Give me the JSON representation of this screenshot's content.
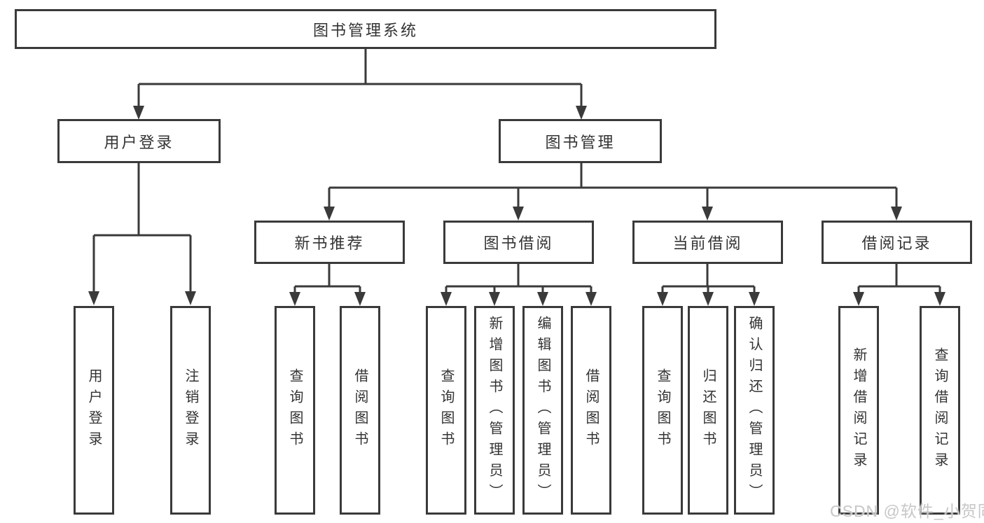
{
  "diagram": {
    "root": {
      "label": "图书管理系统"
    },
    "level2": [
      {
        "id": "user-login",
        "label": "用户登录"
      },
      {
        "id": "book-management",
        "label": "图书管理"
      }
    ],
    "level3": [
      {
        "id": "new-book-recommendation",
        "label": "新书推荐",
        "parent": "图书管理"
      },
      {
        "id": "book-borrowing",
        "label": "图书借阅",
        "parent": "图书管理"
      },
      {
        "id": "current-borrowing",
        "label": "当前借阅",
        "parent": "图书管理"
      },
      {
        "id": "borrowing-records",
        "label": "借阅记录",
        "parent": "图书管理"
      }
    ],
    "leaves": [
      {
        "id": "leaf-user-login",
        "label": "用户登录",
        "parent": "用户登录"
      },
      {
        "id": "leaf-logout",
        "label": "注销登录",
        "parent": "用户登录"
      },
      {
        "id": "leaf-query-books-1",
        "label": "查询图书",
        "parent": "新书推荐"
      },
      {
        "id": "leaf-borrow-books-1",
        "label": "借阅图书",
        "parent": "新书推荐"
      },
      {
        "id": "leaf-query-books-2",
        "label": "查询图书",
        "parent": "图书借阅"
      },
      {
        "id": "leaf-add-books-admin",
        "label": "新增图书（管理员）",
        "parent": "图书借阅"
      },
      {
        "id": "leaf-edit-books-admin",
        "label": "编辑图书（管理员）",
        "parent": "图书借阅"
      },
      {
        "id": "leaf-borrow-books-2",
        "label": "借阅图书",
        "parent": "图书借阅"
      },
      {
        "id": "leaf-query-books-3",
        "label": "查询图书",
        "parent": "当前借阅"
      },
      {
        "id": "leaf-return-books",
        "label": "归还图书",
        "parent": "当前借阅"
      },
      {
        "id": "leaf-confirm-return-admin",
        "label": "确认归还（管理员）",
        "parent": "当前借阅"
      },
      {
        "id": "leaf-add-borrow-record",
        "label": "新增借阅记录",
        "parent": "借阅记录"
      },
      {
        "id": "leaf-query-borrow-record",
        "label": "查询借阅记录",
        "parent": "借阅记录"
      }
    ]
  },
  "watermark": {
    "text": "CSDN @软件_小贺同学"
  },
  "colors": {
    "line": "#3a3a3a",
    "border": "#3a3a3a",
    "text": "#333333",
    "background": "#ffffff",
    "watermark": "#c7c7c7"
  }
}
